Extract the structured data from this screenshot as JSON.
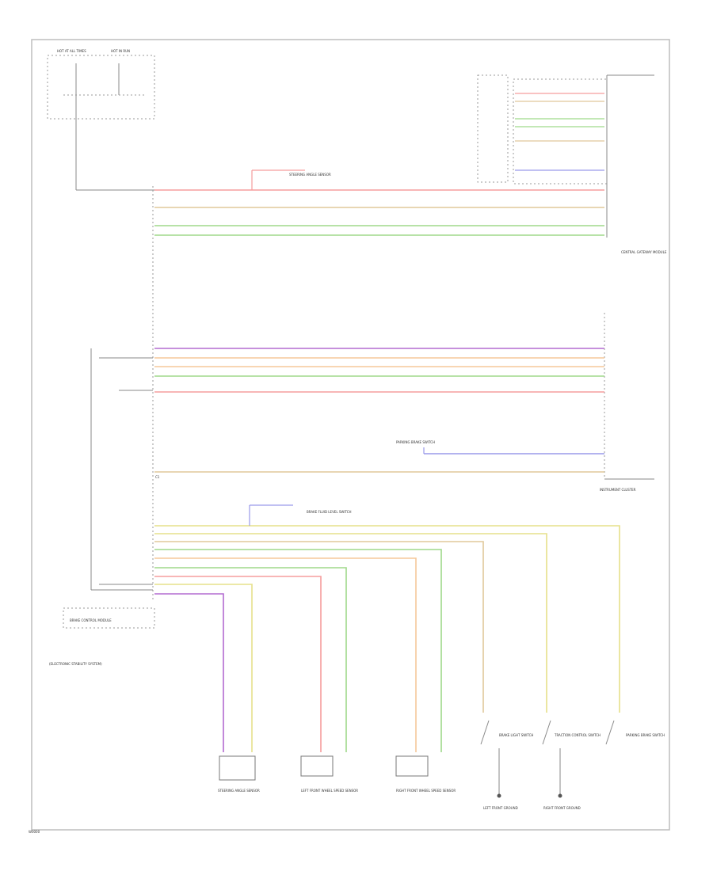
{
  "colors": {
    "red": "#f59d9d",
    "tan": "#e0c89a",
    "green": "#9fd98a",
    "purple": "#b36bd0",
    "orange": "#f5c89a",
    "yellow": "#e6e08a",
    "blue": "#9a9aea",
    "wire_gray": "#8a8a8a"
  },
  "labels": {
    "fuse_box_a": "HOT AT ALL TIMES",
    "fuse_box_b": "HOT IN RUN",
    "connector_top": "C1",
    "right_module_top": "CENTRAL GATEWAY MODULE",
    "right_module_bottom": "INSTRUMENT CLUSTER",
    "splice_top": "STEERING ANGLE SENSOR",
    "splice_mid": "PARKING BRAKE SWITCH",
    "splice_low": "BRAKE FLUID LEVEL SWITCH",
    "left_module": "BRAKE CONTROL MODULE",
    "left_module_sub": "(ELECTRONIC STABILITY SYSTEM)",
    "sensor1": "STEERING ANGLE SENSOR",
    "sensor2": "LEFT FRONT WHEEL SPEED SENSOR",
    "sensor3": "RIGHT FRONT WHEEL SPEED SENSOR",
    "switch1": "BRAKE LIGHT SWITCH",
    "switch2": "TRACTION CONTROL SWITCH",
    "switch3": "PARKING BRAKE SWITCH",
    "ground1": "LEFT FRONT GROUND",
    "ground2": "RIGHT FRONT GROUND",
    "footer": "W0000"
  }
}
